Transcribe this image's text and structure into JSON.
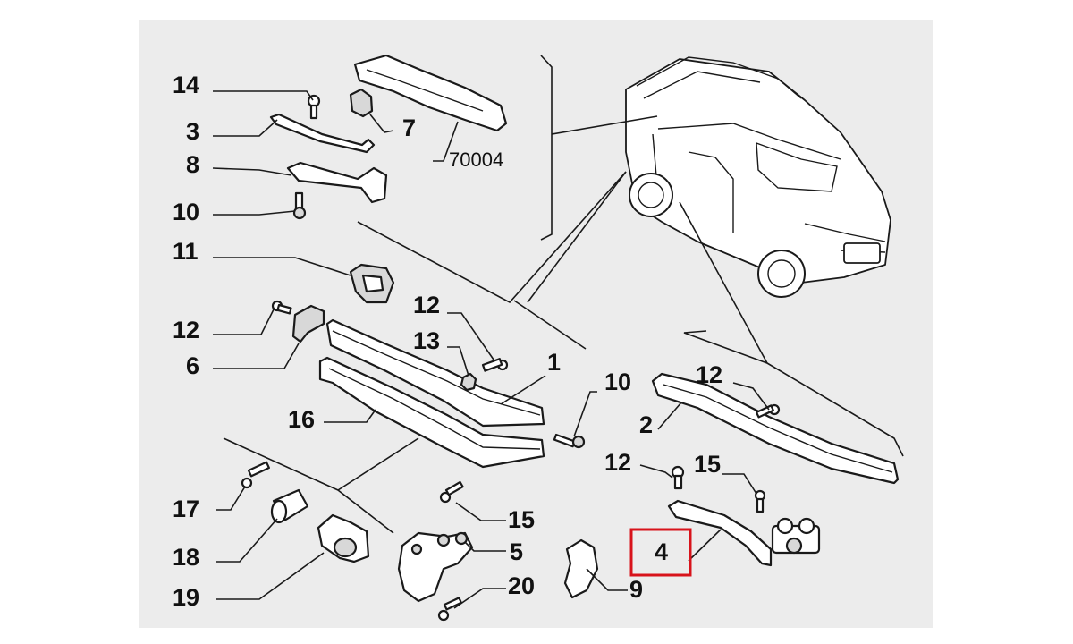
{
  "diagram": {
    "highlight_color": "#d8131b",
    "highlighted_callout": "4",
    "reference_code": "70004",
    "callouts": [
      {
        "id": "c14",
        "label": "14"
      },
      {
        "id": "c3",
        "label": "3"
      },
      {
        "id": "c8",
        "label": "8"
      },
      {
        "id": "c10a",
        "label": "10"
      },
      {
        "id": "c11",
        "label": "11"
      },
      {
        "id": "c12a",
        "label": "12"
      },
      {
        "id": "c6",
        "label": "6"
      },
      {
        "id": "c16",
        "label": "16"
      },
      {
        "id": "c17",
        "label": "17"
      },
      {
        "id": "c18",
        "label": "18"
      },
      {
        "id": "c19",
        "label": "19"
      },
      {
        "id": "c7",
        "label": "7"
      },
      {
        "id": "c12b",
        "label": "12"
      },
      {
        "id": "c13",
        "label": "13"
      },
      {
        "id": "c1",
        "label": "1"
      },
      {
        "id": "c15a",
        "label": "15"
      },
      {
        "id": "c5",
        "label": "5"
      },
      {
        "id": "c20",
        "label": "20"
      },
      {
        "id": "c9",
        "label": "9"
      },
      {
        "id": "c10b",
        "label": "10"
      },
      {
        "id": "c2",
        "label": "2"
      },
      {
        "id": "c12c",
        "label": "12"
      },
      {
        "id": "c12d",
        "label": "12"
      },
      {
        "id": "c15b",
        "label": "15"
      },
      {
        "id": "c4",
        "label": "4"
      }
    ]
  }
}
